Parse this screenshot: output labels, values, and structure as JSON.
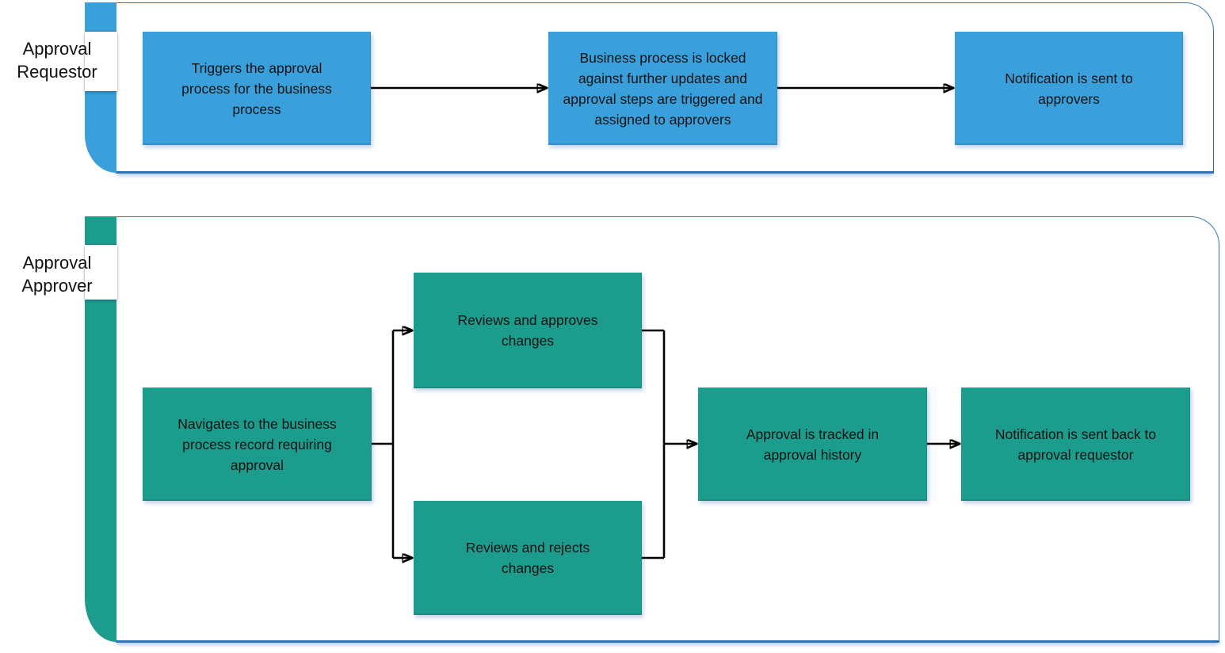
{
  "title": "Approval process swimlane flow",
  "colors": {
    "requestor_fill": "#3AA0DC",
    "approver_fill": "#1B9C8C",
    "lane_border": "#2E74B5",
    "connector": "#000000",
    "text_color": "#121212"
  },
  "lanes": [
    {
      "id": "approval-requestor",
      "label": "Approval\nRequestor",
      "steps": [
        {
          "label": "Triggers the approval process for the business process"
        },
        {
          "label": "Business process is locked against further updates and approval steps are triggered and assigned to approvers"
        },
        {
          "label": "Notification is sent to approvers"
        }
      ]
    },
    {
      "id": "approval-approver",
      "label": "Approval\nApprover",
      "steps": [
        {
          "label": "Navigates to the business process record requiring approval"
        },
        {
          "label": "Reviews and approves changes"
        },
        {
          "label": "Reviews and rejects changes"
        },
        {
          "label": "Approval is tracked in approval history"
        },
        {
          "label": "Notification is sent back to approval requestor"
        }
      ]
    }
  ],
  "flow": [
    "Triggers the approval process for the business process -> Business process is locked against further updates and approval steps are triggered and assigned to approvers",
    "Business process is locked against further updates and approval steps are triggered and assigned to approvers -> Notification is sent to approvers",
    "Navigates to the business process record requiring approval -> Reviews and approves changes",
    "Navigates to the business process record requiring approval -> Reviews and rejects changes",
    "Reviews and approves changes -> Approval is tracked in approval history",
    "Reviews and rejects changes -> Approval is tracked in approval history",
    "Approval is tracked in approval history -> Notification is sent back to approval requestor"
  ]
}
